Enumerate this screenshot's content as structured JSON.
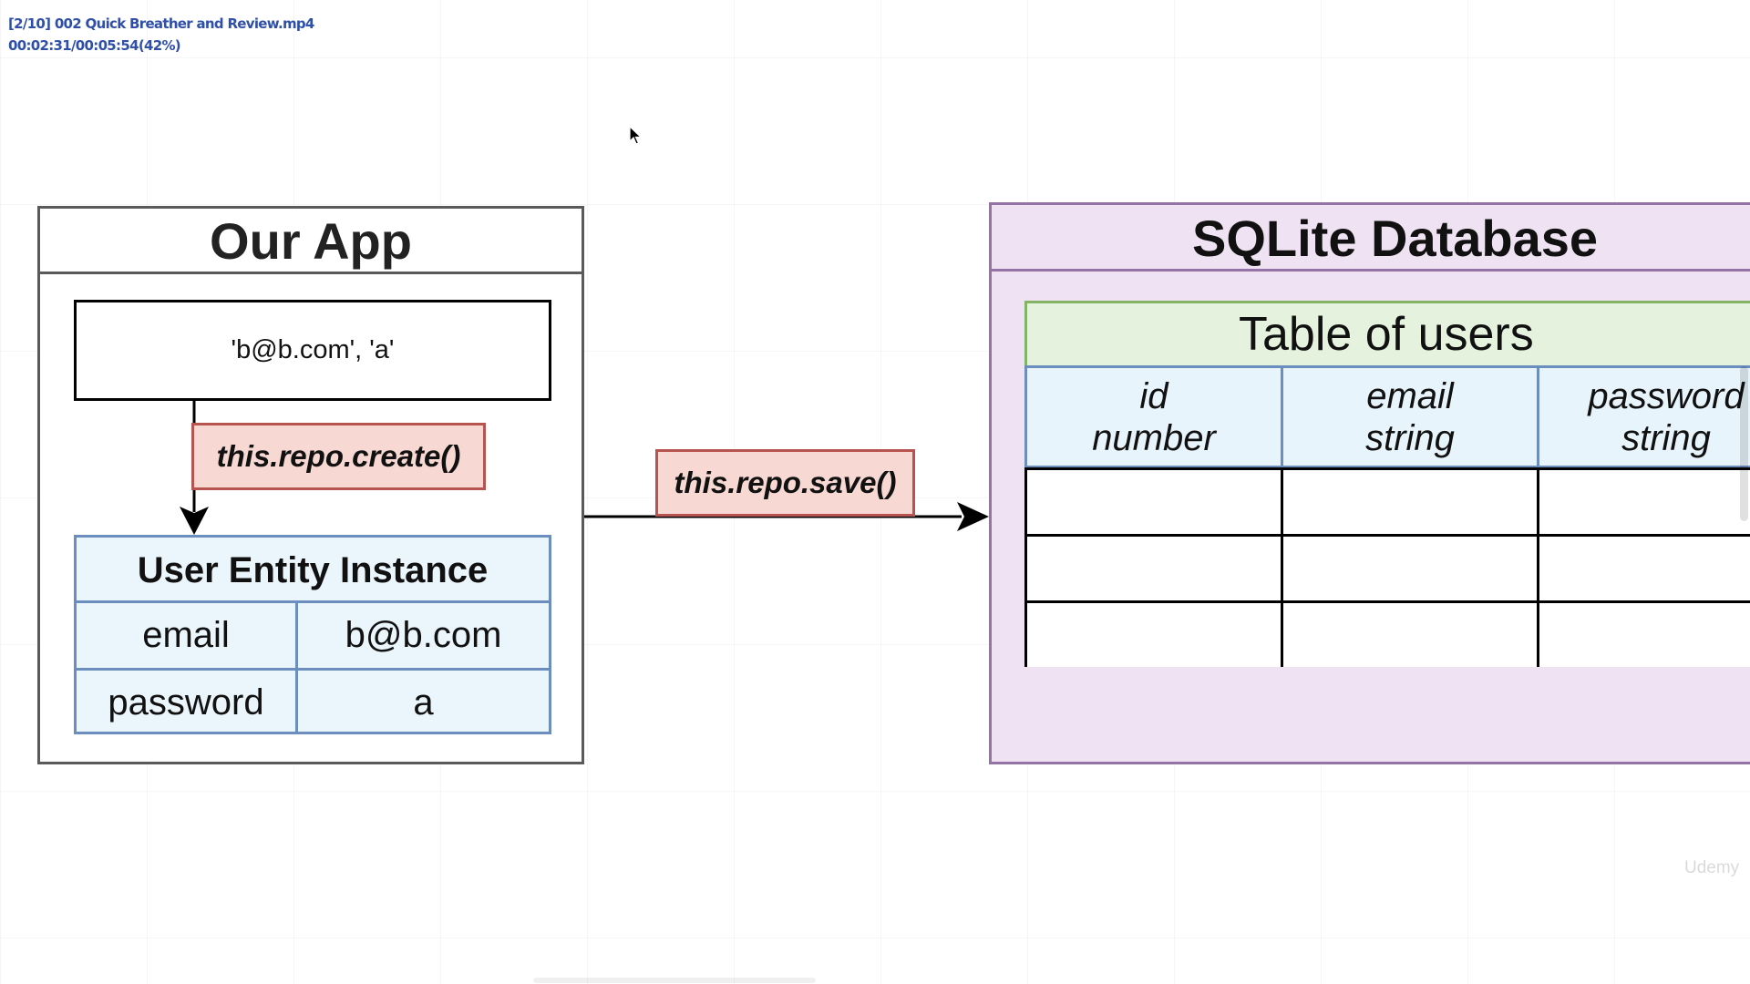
{
  "video_overlay": {
    "title": "[2/10] 002 Quick Breather and Review.mp4",
    "progress": "00:02:31/00:05:54(42%)"
  },
  "our_app": {
    "title": "Our App",
    "input_args": "'b@b.com', 'a'",
    "create_method": "this.repo.create()",
    "entity": {
      "title": "User Entity Instance",
      "rows": [
        {
          "key": "email",
          "value": "b@b.com"
        },
        {
          "key": "password",
          "value": "a"
        }
      ]
    }
  },
  "save_method": "this.repo.save()",
  "database": {
    "title": "SQLite Database",
    "table": {
      "title": "Table of users",
      "columns": [
        {
          "name": "id",
          "type": "number"
        },
        {
          "name": "email",
          "type": "string"
        },
        {
          "name": "password",
          "type": "string"
        }
      ],
      "empty_rows": 3
    }
  },
  "watermark": "Udemy",
  "colors": {
    "entity_border": "#6c8ebf",
    "method_fill": "#f8d8d2",
    "method_border": "#b85450",
    "db_fill": "#efe2f3",
    "db_border": "#9673a6",
    "table_title_fill": "#e5f2dd",
    "table_title_border": "#82b366"
  }
}
